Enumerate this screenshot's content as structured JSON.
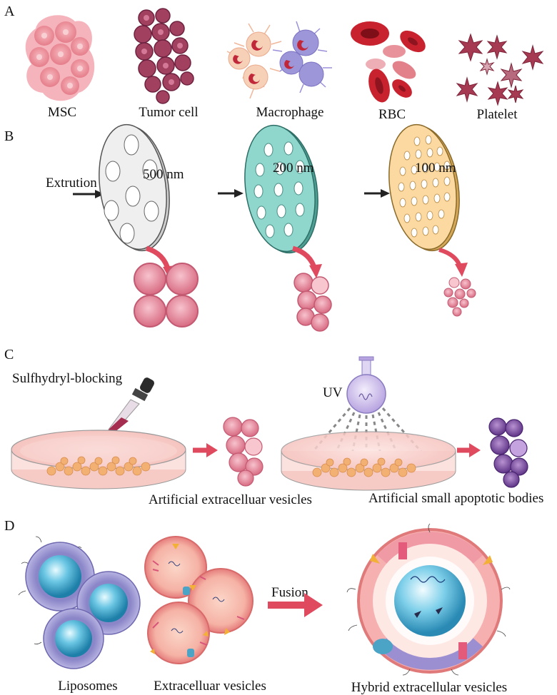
{
  "panels": {
    "a": {
      "letter": "A",
      "cells": [
        "MSC",
        "Tumor cell",
        "Macrophage",
        "RBC",
        "Platelet"
      ]
    },
    "b": {
      "letter": "B",
      "extrusion_label": "Extrution",
      "filters": [
        "500 nm",
        "200 nm",
        "100 nm"
      ]
    },
    "c": {
      "letter": "C",
      "reagent": "Sulfhydryl-blocking",
      "uv": "UV",
      "product_left": "Artificial extracelluar vesicles",
      "product_right": "Artificial small apoptotic bodies"
    },
    "d": {
      "letter": "D",
      "fusion": "Fusion",
      "liposomes": "Liposomes",
      "evs": "Extracelluar vesicles",
      "hybrid": "Hybrid extracellular vesicles"
    }
  },
  "colors": {
    "msc": "#f29aa3",
    "tumor": "#a2405f",
    "macrophage_a": "#f6c7a9",
    "macrophage_b": "#8f86d0",
    "rbc": "#c9222f",
    "platelet": "#a63a52",
    "arrow": "#e04a5f",
    "filter_500": "#e6e6e6",
    "filter_200": "#8fd6cc",
    "filter_100": "#fbd9a0",
    "vesicle": "#f0a0b0",
    "apoptotic": "#8a5aa8",
    "liposome": "#6fb6d6"
  }
}
